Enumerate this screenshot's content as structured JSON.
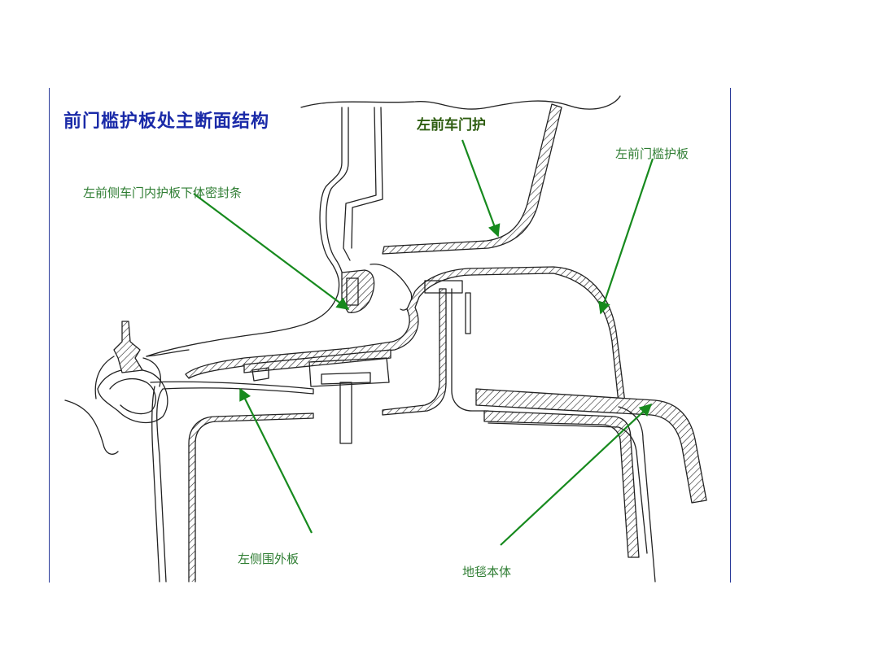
{
  "title": "前门槛护板处主断面结构",
  "labels": {
    "door_trim": "左前车门护",
    "sill_plate": "左前门槛护板",
    "seal_strip": "左前侧车门内护板下体密封条",
    "side_outer": "左侧围外板",
    "carpet": "地毯本体"
  },
  "colors": {
    "title": "#1a2aa8",
    "label": "#2e7d32",
    "arrow": "#178a1e",
    "frame_line": "#2a3a9a",
    "drawing_stroke": "#222222"
  }
}
